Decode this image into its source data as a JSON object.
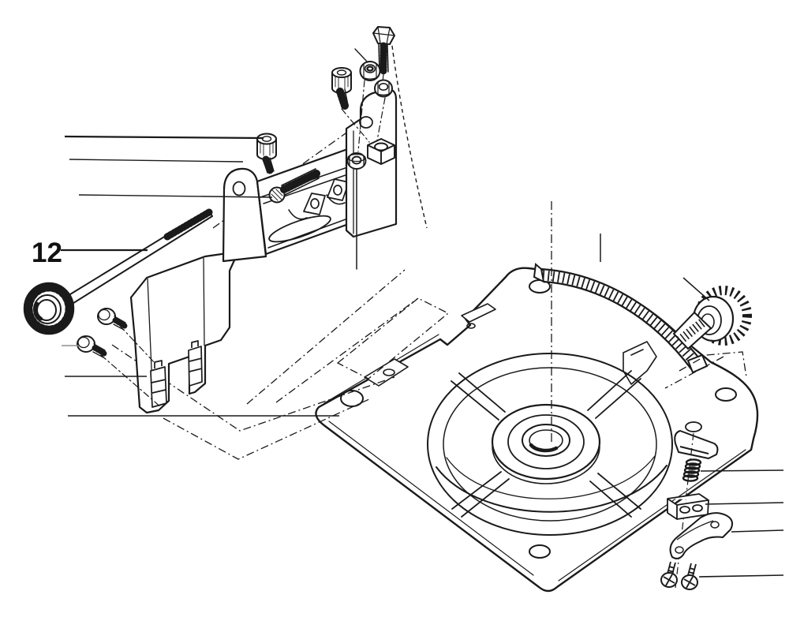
{
  "page": {
    "background": "#ffffff",
    "ink": "#1a1a1a",
    "muted_line": "#8f8f8f"
  },
  "diagram": {
    "type": "exploded-parts-diagram",
    "callout": {
      "label": "12"
    },
    "parts": [
      "knurled-knob-left",
      "threaded-rod",
      "pan-head-screw-upper",
      "pan-head-screw-lower",
      "guard-cover",
      "clamp-bracket-arm",
      "clamp-bracket-channel",
      "clamp-bracket-plate",
      "socket-cap-screw-left",
      "socket-cap-screw-top",
      "hex-bolt",
      "flange-lock-nut",
      "hex-nut-small",
      "hex-nut-on-bracket",
      "square-nut",
      "channel-screw",
      "saddle-piece-a",
      "saddle-piece-b",
      "base-plate",
      "center-hub",
      "degree-scale-arc",
      "knurled-knob-right",
      "clamp-hook",
      "spring",
      "clamp-block",
      "clamp-lever",
      "phillips-screw-a",
      "phillips-screw-b"
    ]
  }
}
